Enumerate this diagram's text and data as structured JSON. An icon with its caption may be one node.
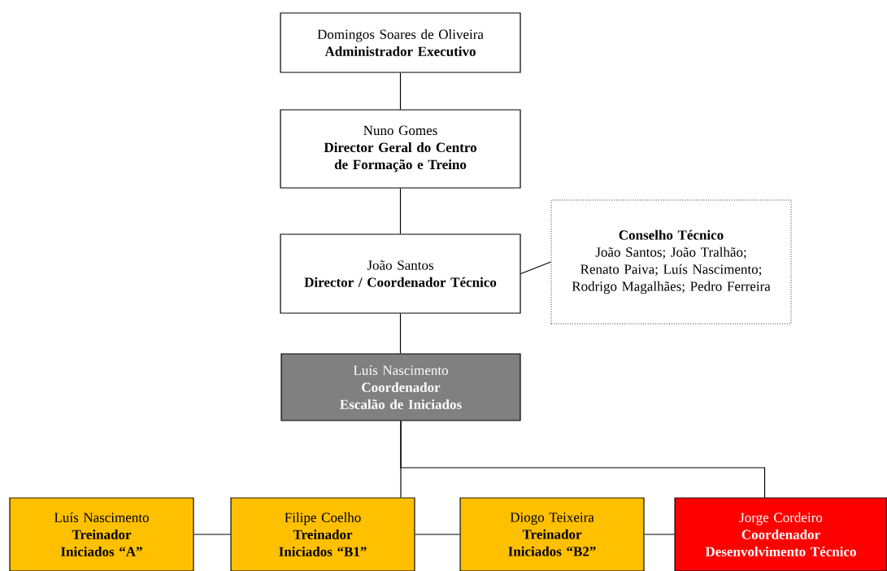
{
  "diagram": {
    "nodes": [
      {
        "text": [
          "Domingos Soares de Oliveira",
          "Administrador Executivo"
        ]
      },
      {
        "text": [
          "Nuno Gomes",
          "Director Geral do Centro de Formação e Treino"
        ]
      },
      {
        "text": [
          "João Santos",
          "Director / Coordenador Técnico"
        ]
      },
      {
        "text": [
          "Conselho Técnico",
          "João Santos; João Tralhão; Renato Paiva; Luís Nascimento; Rodrigo Magalhães; Pedro Ferreira"
        ]
      },
      {
        "text": [
          "Luís Nascimento",
          "Coordenador",
          "Escalão de Iniciados"
        ]
      },
      {
        "text": [
          "Luís Nascimento",
          "Treinador",
          "Iniciados “A”"
        ]
      },
      {
        "text": [
          "Filipe Coelho",
          "Treinador",
          "Iniciados “B1”"
        ]
      },
      {
        "text": [
          "Diogo Teixeira",
          "Treinador",
          "Iniciados “B2”"
        ]
      },
      {
        "text": [
          "Jorge Cordeiro",
          "Coordenador",
          "Desenvolvimento Técnico"
        ]
      }
    ],
    "edges": [
      {
        "from": 0,
        "to": 1,
        "arrow": "none"
      },
      {
        "from": 1,
        "to": 2,
        "arrow": "none"
      },
      {
        "from": 2,
        "to": 3,
        "arrow": "none"
      },
      {
        "from": 2,
        "to": 4,
        "arrow": "none"
      },
      {
        "from": 4,
        "to": 6,
        "arrow": "none"
      },
      {
        "from": 4,
        "to": 8,
        "arrow": "none"
      },
      {
        "from": 5,
        "to": 6,
        "arrow": "none"
      },
      {
        "from": 6,
        "to": 7,
        "arrow": "none"
      },
      {
        "from": 7,
        "to": 8,
        "arrow": "none"
      }
    ]
  }
}
